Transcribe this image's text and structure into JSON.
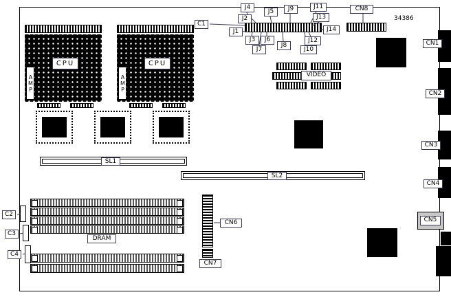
{
  "board": {
    "part_number": "34386"
  },
  "cpu": {
    "label": "CPU",
    "amp": "AMP"
  },
  "jumpers": {
    "j1": "J1",
    "j2": "J2",
    "j3": "J3",
    "j4": "J4",
    "j5": "J5",
    "j6": "J6",
    "j7": "J7",
    "j8": "J8",
    "j9": "J9",
    "j10": "J10",
    "j11": "J11",
    "j12": "J12",
    "j13": "J13",
    "j14": "J14"
  },
  "connectors": {
    "cn1": "CN1",
    "cn2": "CN2",
    "cn3": "CN3",
    "cn4": "CN4",
    "cn5": "CN5",
    "cn6": "CN6",
    "cn7": "CN7",
    "cn8": "CN8"
  },
  "capacitors": {
    "c1": "C1",
    "c2": "C2",
    "c3": "C3",
    "c4": "C4"
  },
  "slots": {
    "sl1": "SL1",
    "sl2": "SL2"
  },
  "memory": {
    "dram": "DRAM"
  },
  "video": {
    "label": "VIDEO"
  }
}
